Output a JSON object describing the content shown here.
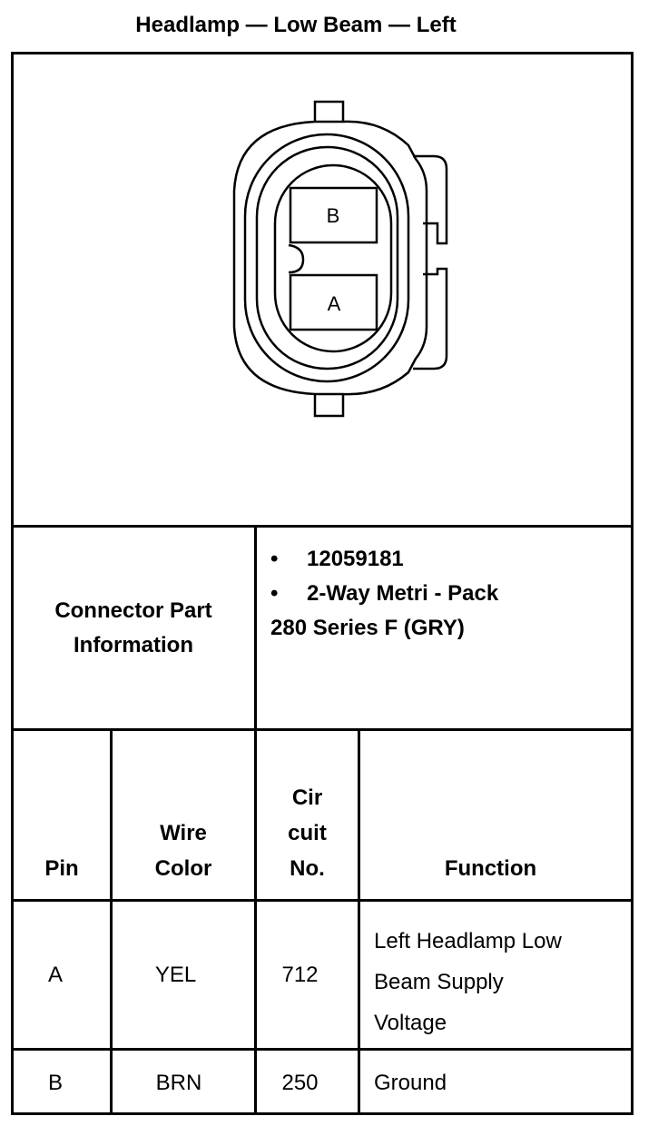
{
  "title": "Headlamp — Low Beam — Left",
  "diagram": {
    "pin_top": "B",
    "pin_bottom": "A"
  },
  "connector": {
    "label_line1": "Connector Part",
    "label_line2": "Information",
    "bullets": [
      "12059181",
      "2-Way Metri - Pack"
    ],
    "extra_line": "280 Series F (GRY)"
  },
  "table": {
    "headers": {
      "pin": "Pin",
      "wire_color_1": "Wire",
      "wire_color_2": "Color",
      "circuit_1": "Cir",
      "circuit_2": "cuit",
      "circuit_3": "No.",
      "function": "Function"
    },
    "rows": [
      {
        "pin": "A",
        "wire_color": "YEL",
        "circuit": "712",
        "function_lines": [
          "Left Headlamp Low",
          "Beam Supply",
          "Voltage"
        ]
      },
      {
        "pin": "B",
        "wire_color": "BRN",
        "circuit": "250",
        "function_lines": [
          "Ground"
        ]
      }
    ]
  }
}
